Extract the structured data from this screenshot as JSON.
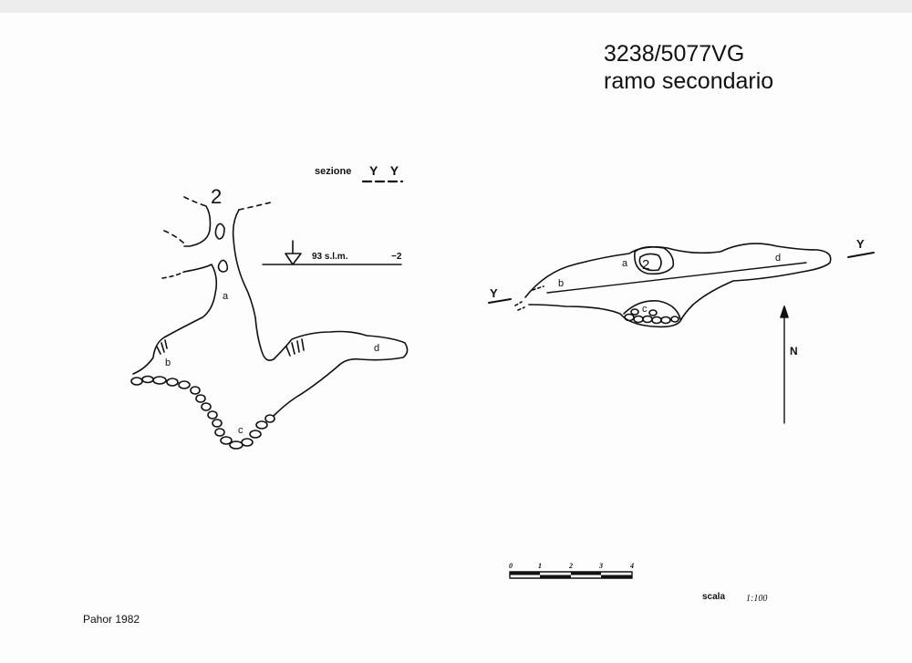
{
  "title": {
    "code": "3238/5077VG",
    "subtitle": "ramo secondario"
  },
  "section": {
    "label": "sezione",
    "section_letters": "Y Y",
    "entrance_number": "2",
    "elevation": "93 s.l.m.",
    "depth": "−2",
    "points": {
      "a": "a",
      "b": "b",
      "c": "c",
      "d": "d"
    }
  },
  "plan": {
    "entrance_number": "2",
    "section_marker_left": "Y",
    "section_marker_right": "Y",
    "points": {
      "a": "a",
      "b": "b",
      "c": "c",
      "d": "d"
    },
    "north_label": "N"
  },
  "scale": {
    "ticks": [
      "0",
      "1",
      "2",
      "3",
      "4"
    ],
    "label": "scala",
    "ratio": "1:100"
  },
  "author": "Pahor 1982"
}
